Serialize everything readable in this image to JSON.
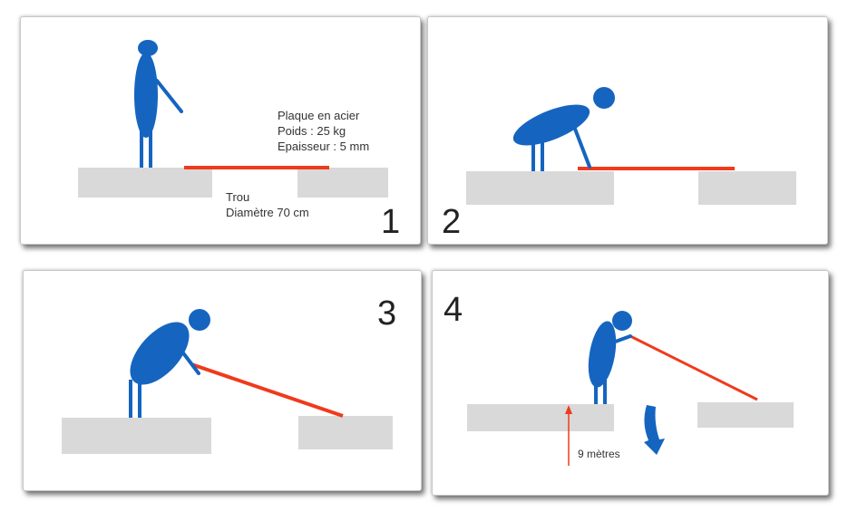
{
  "colors": {
    "figure": "#1565C0",
    "plate": "#F03A1C",
    "ground": "#D9D9D9",
    "text": "#333333"
  },
  "panels": [
    {
      "number": "1",
      "plate_label": [
        "Plaque en acier",
        "Poids : 25 kg",
        "Epaisseur : 5 mm"
      ],
      "hole_label": [
        "Trou",
        "Diamètre 70 cm"
      ]
    },
    {
      "number": "2"
    },
    {
      "number": "3"
    },
    {
      "number": "4",
      "height_label": "9 mètres"
    }
  ]
}
